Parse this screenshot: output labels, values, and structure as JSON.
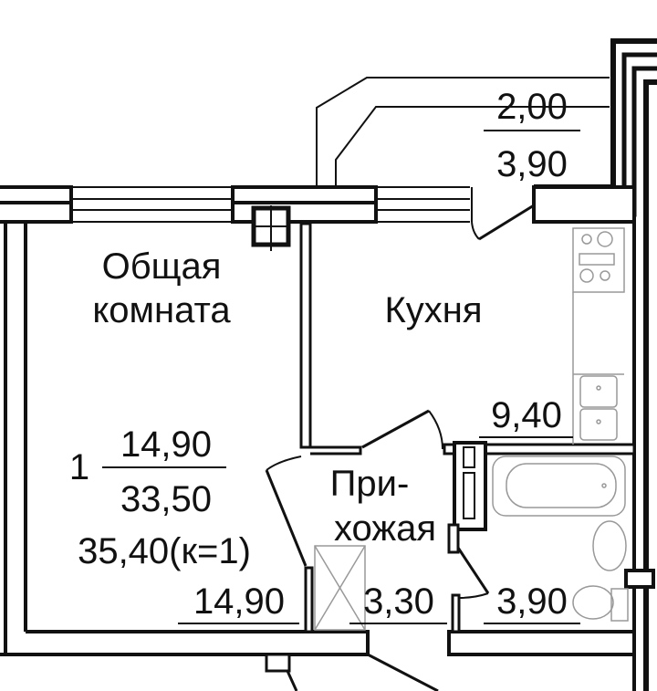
{
  "plan": {
    "balcony": {
      "area": "2,00",
      "full_area": "3,90"
    },
    "living_room": {
      "name_line1": "Общая",
      "name_line2": "комната",
      "area": "14,90"
    },
    "kitchen": {
      "name": "Кухня",
      "area": "9,40"
    },
    "hallway": {
      "name_line1": "При-",
      "name_line2": "хожая",
      "area": "3,30"
    },
    "bathroom": {
      "area": "3,90"
    },
    "summary": {
      "rooms": "1",
      "living_area": "14,90",
      "total_area": "33,50",
      "total_with_balcony": "35,40(к=1)"
    }
  },
  "colors": {
    "ink": "#111111",
    "background": "#ffffff"
  }
}
